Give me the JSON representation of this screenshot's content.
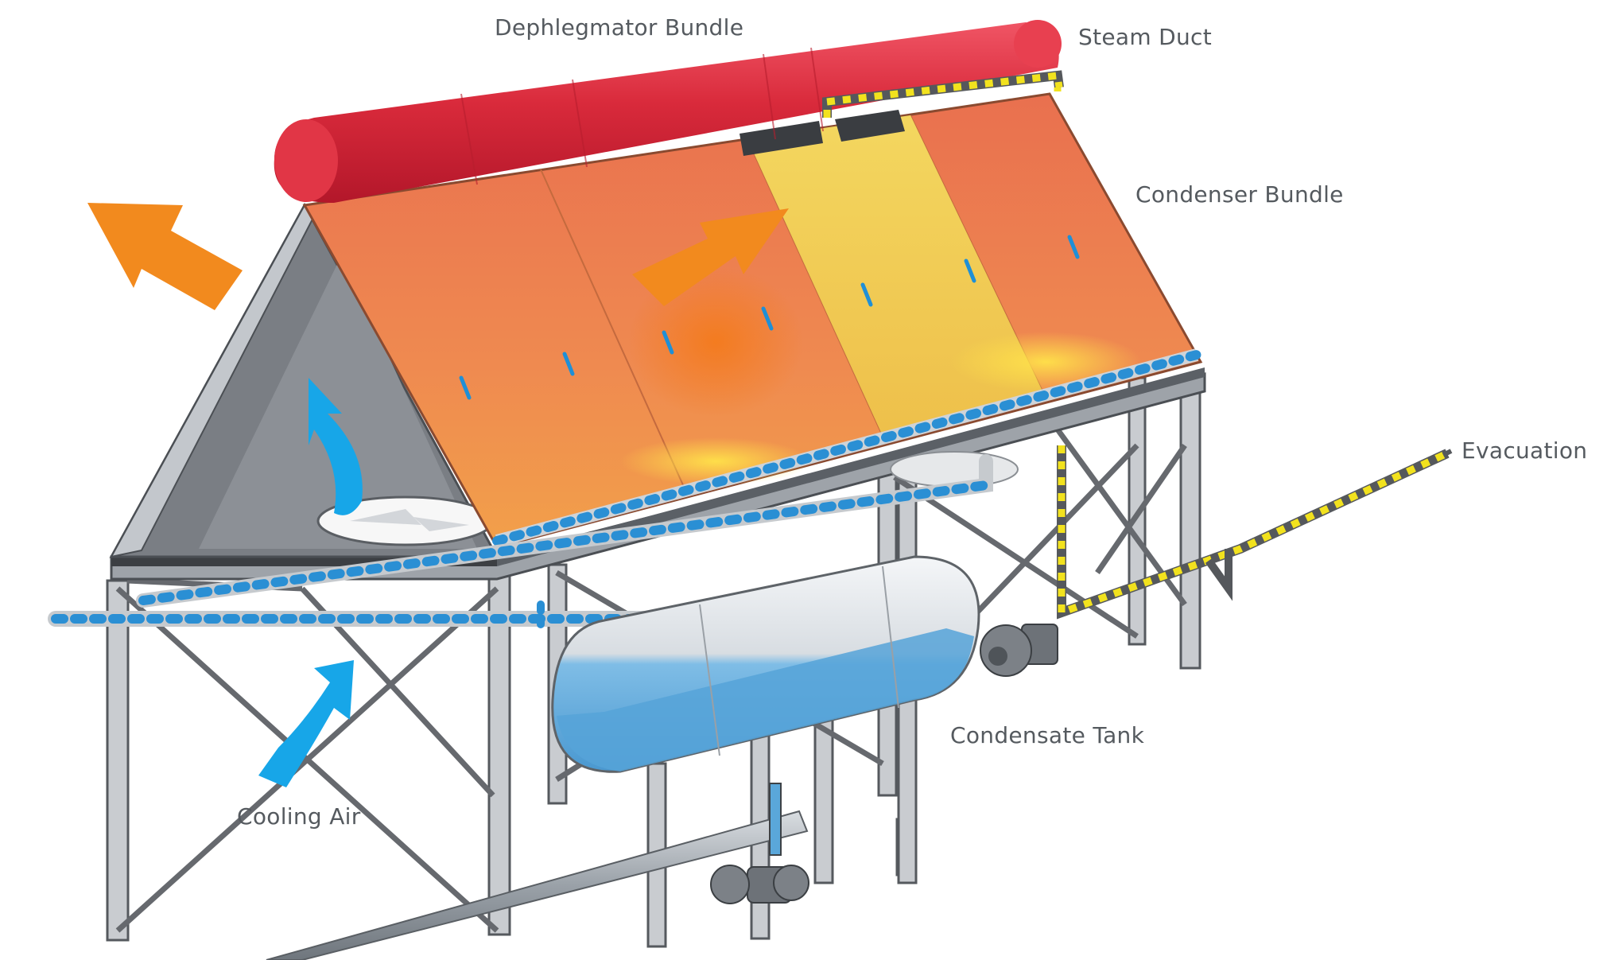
{
  "labels": {
    "dephlegmator": "Dephlegmator Bundle",
    "steam_duct": "Steam Duct",
    "condenser": "Condenser Bundle",
    "evacuation": "Evacuation",
    "condensate_tank": "Condensate Tank",
    "cooling_air": "Cooling Air"
  },
  "colors": {
    "steam_duct": "#d7283a",
    "condenser_bundle": "#ea8a4a",
    "dephlegmator_panel": "#f2d54c",
    "hot_air_arrow": "#f28a1e",
    "cooling_air_arrow": "#19a8e6",
    "condensate": "#4aa6dc",
    "evacuation_line": "#f0e020",
    "frame": "#b8bcc2"
  },
  "icons": [
    "hot-air-arrow-icon",
    "cooling-air-arrow-icon",
    "fan-icon",
    "pump-icon"
  ]
}
